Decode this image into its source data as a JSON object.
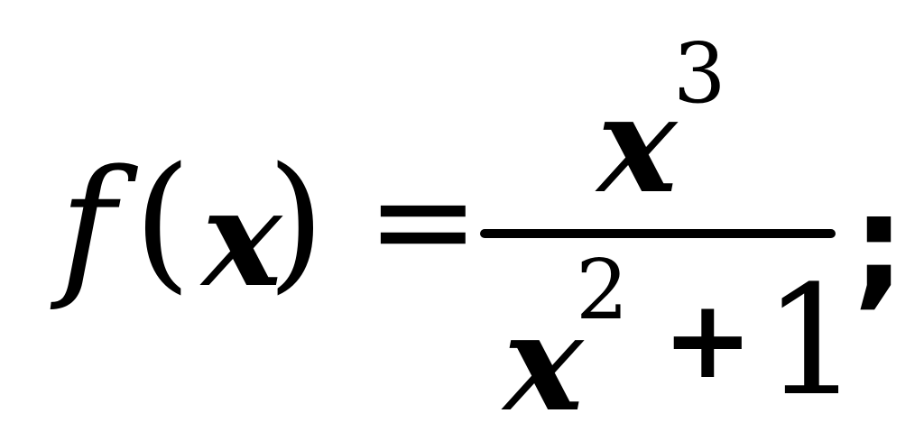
{
  "formula": {
    "function_name": "f",
    "open_paren": "(",
    "argument": "x",
    "close_paren": ")",
    "equals": "=",
    "numerator_base": "x",
    "numerator_exponent": "3",
    "denominator_base": "x",
    "denominator_exponent": "2",
    "denominator_plus": "+",
    "denominator_constant": "1",
    "terminator": ";"
  },
  "colors": {
    "background": "#ffffff",
    "ink": "#000000"
  }
}
